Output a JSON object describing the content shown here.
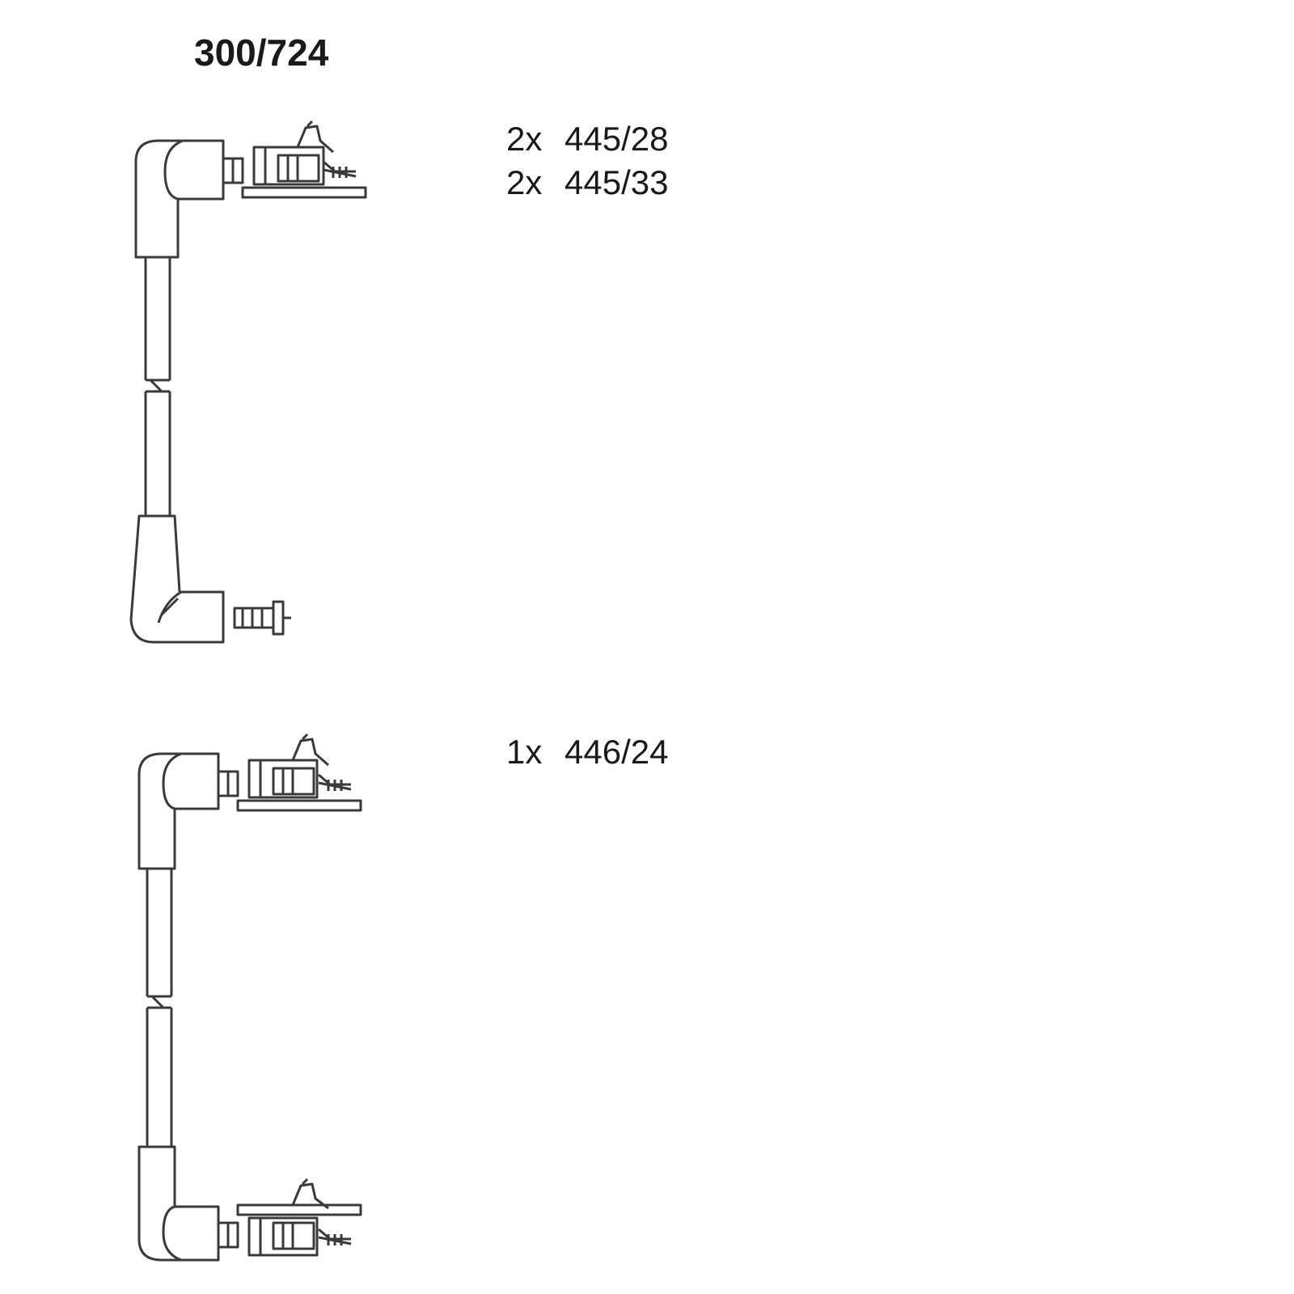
{
  "title": "300/724",
  "parts": [
    {
      "qty": "2x",
      "number": "445/28"
    },
    {
      "qty": "2x",
      "number": "445/33"
    },
    {
      "qty": "1x",
      "number": "446/24"
    }
  ],
  "line_color": "#3a3a3a"
}
